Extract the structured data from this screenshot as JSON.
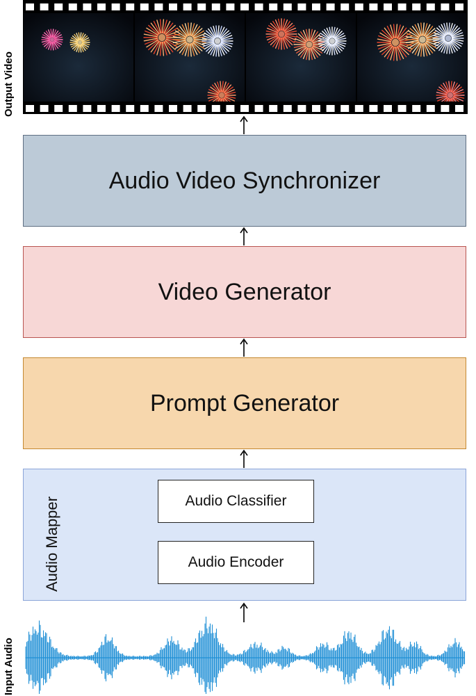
{
  "labels": {
    "output_video": "Output Video",
    "input_audio": "Input Audio"
  },
  "blocks": {
    "synchronizer": "Audio Video Synchronizer",
    "video_generator": "Video Generator",
    "prompt_generator": "Prompt Generator"
  },
  "audio_mapper": {
    "title": "Audio Mapper",
    "classifier": "Audio Classifier",
    "encoder": "Audio Encoder"
  },
  "colors": {
    "synchronizer_fill": "#bccad7",
    "video_generator_fill": "#f7d7d6",
    "prompt_generator_fill": "#f7d7ad",
    "audio_mapper_fill": "#dbe6f8",
    "waveform": "#1f8fd6"
  }
}
